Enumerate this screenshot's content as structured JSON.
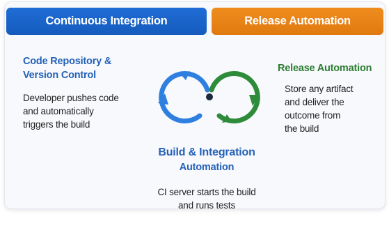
{
  "tabs": {
    "ci_label": "Continuous Integration",
    "ra_label": "Release Automation"
  },
  "left": {
    "heading": [
      "Code Repository &",
      "Version Control"
    ],
    "body": [
      "Developer pushes code",
      "and automatically",
      "triggers the build"
    ]
  },
  "right": {
    "heading": "Release Automation",
    "body": [
      "Store any artifact",
      "and deliver the",
      "outcome from",
      "the build"
    ]
  },
  "bottom": {
    "heading": [
      "Build & Integration",
      "Automation"
    ],
    "body": [
      "CI server starts the build",
      "and runs tests"
    ]
  },
  "colors": {
    "ci_blue": "#1f6dd6",
    "ra_orange": "#ef8c1e",
    "loop_blue": "#2f7fe0",
    "loop_green": "#2e8b3a",
    "heading_blue": "#2461b8",
    "heading_green": "#2d7d32"
  },
  "icons": {
    "diagram": "infinity-loop-icon"
  }
}
